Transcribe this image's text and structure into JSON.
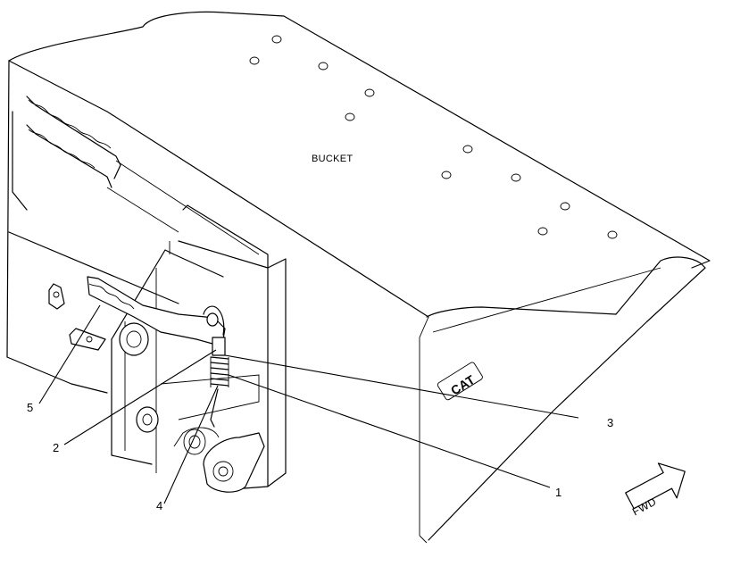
{
  "diagram": {
    "part_label": "BUCKET",
    "brand_mark": "CAT",
    "direction_arrow": "FWD",
    "callouts": [
      "1",
      "2",
      "3",
      "4",
      "5"
    ]
  }
}
